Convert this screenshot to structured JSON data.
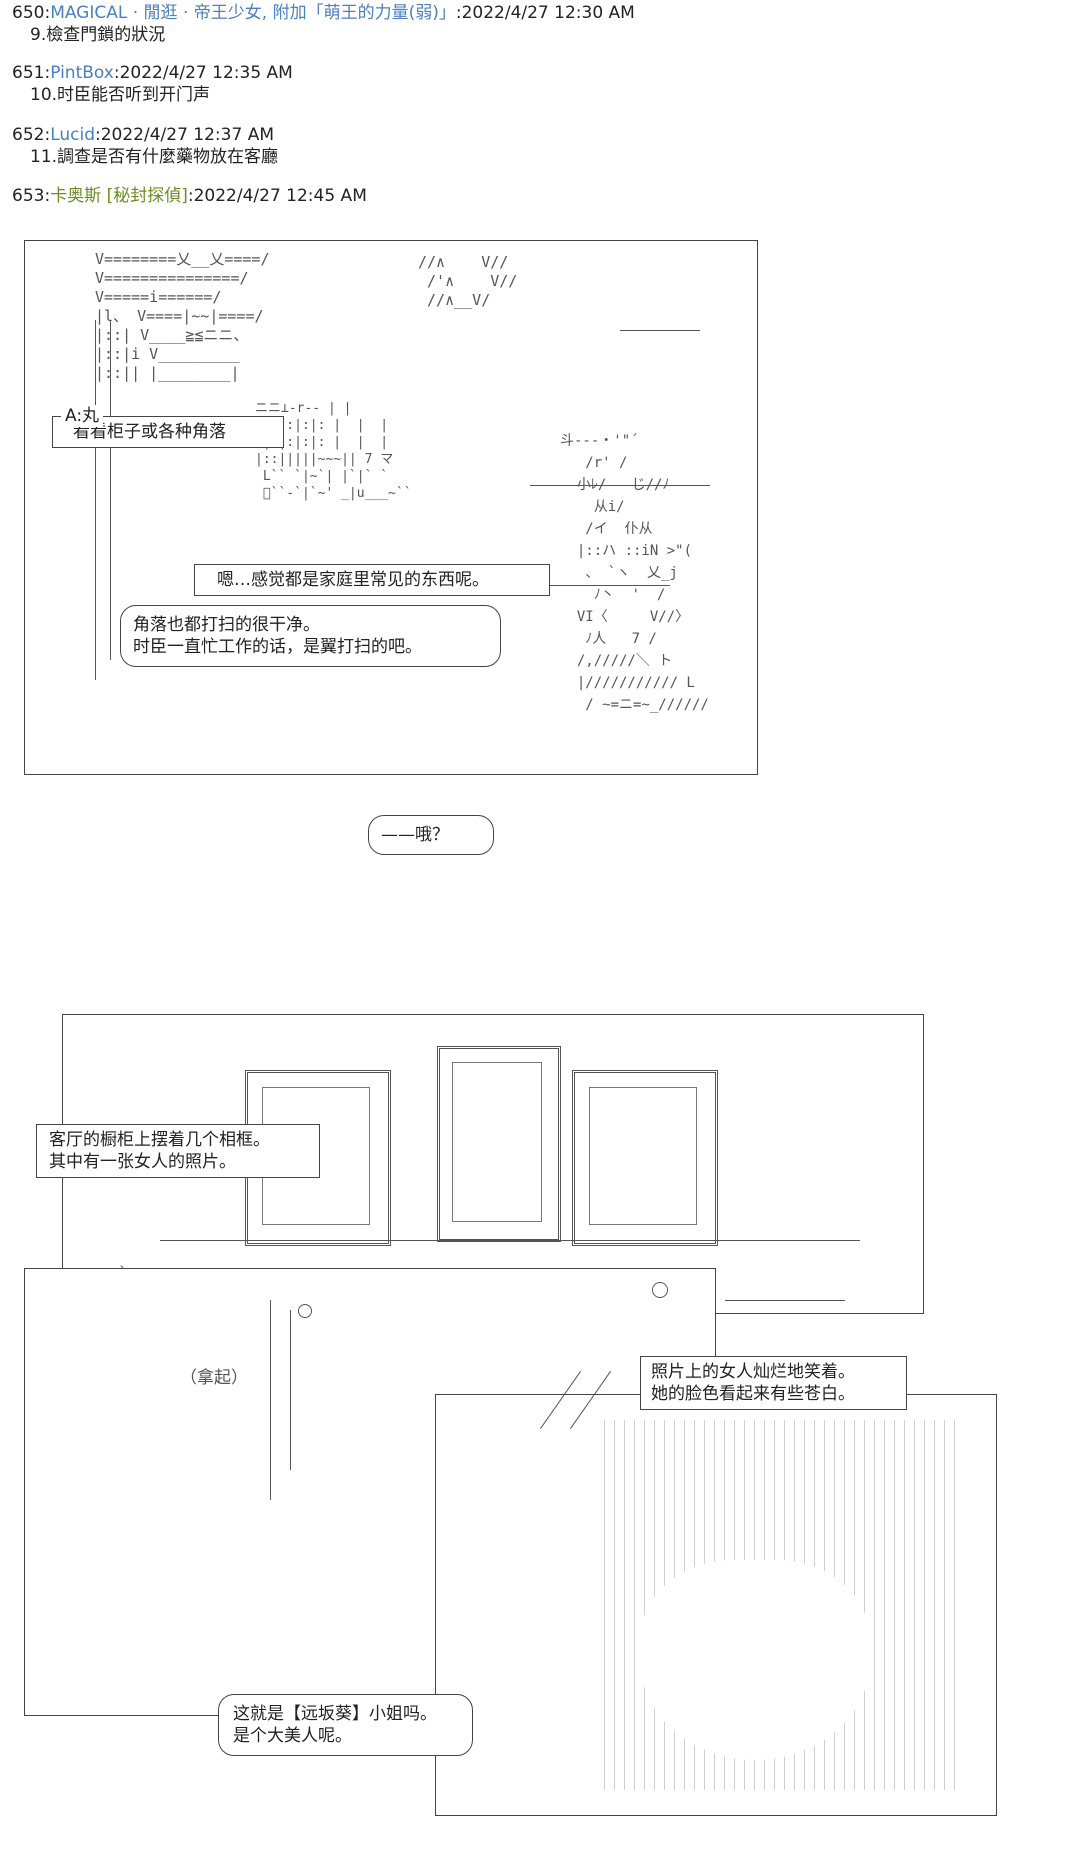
{
  "posts": [
    {
      "num": "650",
      "name": "MAGICAL · 閒逛 · 帝王少女, 附加「萌王的力量(弱)」",
      "date": "2022/4/27 12:30 AM",
      "body": "9.檢查門鎖的狀況"
    },
    {
      "num": "651",
      "name": "PintBox",
      "date": "2022/4/27 12:35 AM",
      "body": "10.时臣能否听到开门声"
    },
    {
      "num": "652",
      "name": "Lucid",
      "date": "2022/4/27 12:37 AM",
      "body": "11.調查是否有什麼藥物放在客廳"
    },
    {
      "num": "653",
      "name": "卡奥斯",
      "trip": "[秘封探偵]",
      "date": "2022/4/27 12:45 AM",
      "body": ""
    }
  ],
  "panel1": {
    "label_a": "A:丸",
    "bubble_corners": "看看柜子或各种角落",
    "bubble_feel": "嗯…感觉都是家庭里常见的东西呢。",
    "bubble_clean_1": "角落也都打扫的很干净。",
    "bubble_clean_2": "时臣一直忙工作的话，是翼打扫的吧。",
    "bubble_oh": "——哦？",
    "aa_top": "V========乂__乂====/\nV===============/\nV=====i======/\n|l、 V====|~~|====/\n|::| V____≧≦ニニ、\n|::|i V_________\n|::|| |________|",
    "aa_mid": "ニニ⊥-r-- | |\n:|:|:|:|: |  |  |\n:|:|:|:|: |  |  |\n|::|||||~~~|| 7 マ\n L`` `|~`| |`|` `\n ゙``-`|`~' _|u___~``",
    "aa_right": "//∧    V//\n /'∧    V//\n //∧__V/",
    "aa_girl": "斗---・'\"´\n   /r' /\n  小ﾚ/   じ//ﾉ\n    从i/\n   /イ  仆从\n  |::ハ ::iN >\"(\n   、 `ヽ  乂_j\n    ﾉ丶  '  /\n  VI〈     V//〉\n   ﾉ人   7 /\n  /,/////＼ ト\n  |/////////// L\n   / ~=ニ=~_//////"
  },
  "panel2": {
    "caption_1": "客厅的橱柜上摆着几个相框。",
    "caption_2": "其中有一张女人的照片。"
  },
  "panel3": {
    "pick_up": "（拿起）",
    "caption_1": "照片上的女人灿烂地笑着。",
    "caption_2": "她的脸色看起来有些苍白。",
    "bubble_1": "这就是【远坂葵】小姐吗。",
    "bubble_2": "是个大美人呢。"
  }
}
